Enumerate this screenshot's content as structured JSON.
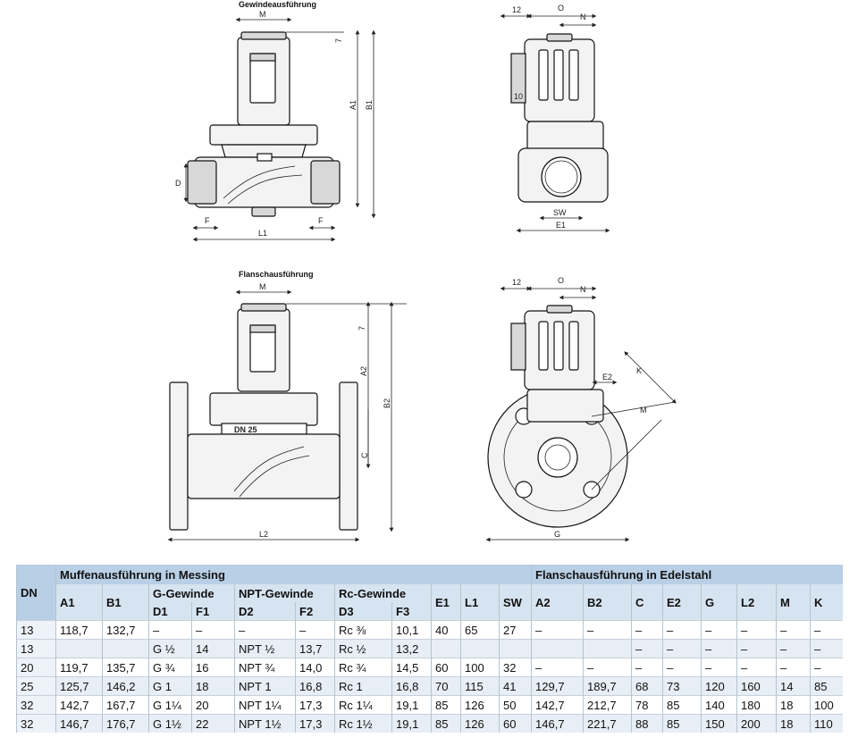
{
  "drawings": {
    "threaded_title": "Gewindeausführung",
    "flanged_title": "Flanschausführung",
    "threaded_dims": {
      "M": "M",
      "Z": "7",
      "A1": "A1",
      "B1": "B1",
      "D": "D",
      "F": "F",
      "L1": "L1"
    },
    "threaded_side_dims": {
      "d12": "12",
      "O": "O",
      "N": "N",
      "d10": "10",
      "SW": "SW",
      "E1": "E1"
    },
    "flanged_dims": {
      "M": "M",
      "Z": "7",
      "A2": "A2",
      "B2": "B2",
      "C": "C",
      "L2": "L2",
      "DN": "DN 25"
    },
    "flanged_side_dims": {
      "d12": "12",
      "O": "O",
      "N": "N",
      "E2": "E2",
      "K": "K",
      "M": "M",
      "G": "G"
    }
  },
  "table": {
    "group_dn": "DN",
    "group_brass": "Muffenausführung in Messing",
    "group_steel": "Flanschausführung in Edelstahl",
    "sub_headers": [
      "A1",
      "B1",
      "G-Gewinde",
      "NPT-Gewinde",
      "Rc-Gewinde",
      "E1",
      "L1",
      "SW",
      "A2",
      "B2",
      "C",
      "E2",
      "G",
      "L2",
      "M",
      "K"
    ],
    "thread_headers": [
      "D1",
      "F1",
      "D2",
      "F2",
      "D3",
      "F3"
    ],
    "rows": [
      [
        "13",
        "118,7",
        "132,7",
        "–",
        "–",
        "–",
        "–",
        "Rc ⅜",
        "10,1",
        "40",
        "65",
        "27",
        "–",
        "–",
        "–",
        "–",
        "–",
        "–",
        "–",
        "–"
      ],
      [
        "13",
        "",
        "",
        "G ½",
        "14",
        "NPT ½",
        "13,7",
        "Rc ½",
        "13,2",
        "",
        "",
        "",
        "",
        "",
        "–",
        "–",
        "–",
        "–",
        "–",
        "–"
      ],
      [
        "20",
        "119,7",
        "135,7",
        "G ¾",
        "16",
        "NPT ¾",
        "14,0",
        "Rc ¾",
        "14,5",
        "60",
        "100",
        "32",
        "–",
        "–",
        "–",
        "–",
        "–",
        "–",
        "–",
        "–"
      ],
      [
        "25",
        "125,7",
        "146,2",
        "G 1",
        "18",
        "NPT 1",
        "16,8",
        "Rc 1",
        "16,8",
        "70",
        "115",
        "41",
        "129,7",
        "189,7",
        "68",
        "73",
        "120",
        "160",
        "14",
        "85"
      ],
      [
        "32",
        "142,7",
        "167,7",
        "G 1¼",
        "20",
        "NPT 1¼",
        "17,3",
        "Rc 1¼",
        "19,1",
        "85",
        "126",
        "50",
        "142,7",
        "212,7",
        "78",
        "85",
        "140",
        "180",
        "18",
        "100"
      ],
      [
        "32",
        "146,7",
        "176,7",
        "G 1½",
        "22",
        "NPT 1½",
        "17,3",
        "Rc 1½",
        "19,1",
        "85",
        "126",
        "60",
        "146,7",
        "221,7",
        "88",
        "85",
        "150",
        "200",
        "18",
        "110"
      ]
    ]
  }
}
